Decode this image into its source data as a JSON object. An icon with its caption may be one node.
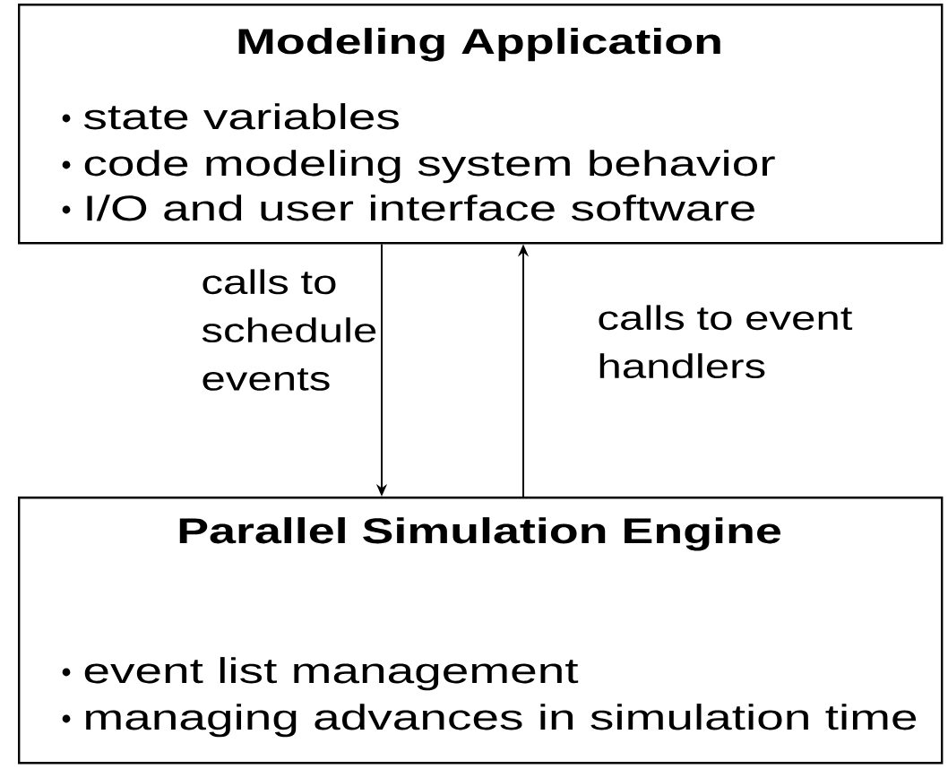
{
  "diagram": {
    "nodes": [
      {
        "text": [
          "Modeling Application",
          "state variables",
          "code modeling system behavior",
          "I/O and user interface software"
        ]
      },
      {
        "text": [
          "Parallel Simulation Engine",
          "event list management",
          "managing advances in simulation time"
        ]
      }
    ],
    "edges": [
      {
        "from": 0,
        "to": 1,
        "arrow": "to",
        "label": "calls to schedule events"
      },
      {
        "from": 1,
        "to": 0,
        "arrow": "to",
        "label": "calls to event handlers"
      }
    ]
  }
}
